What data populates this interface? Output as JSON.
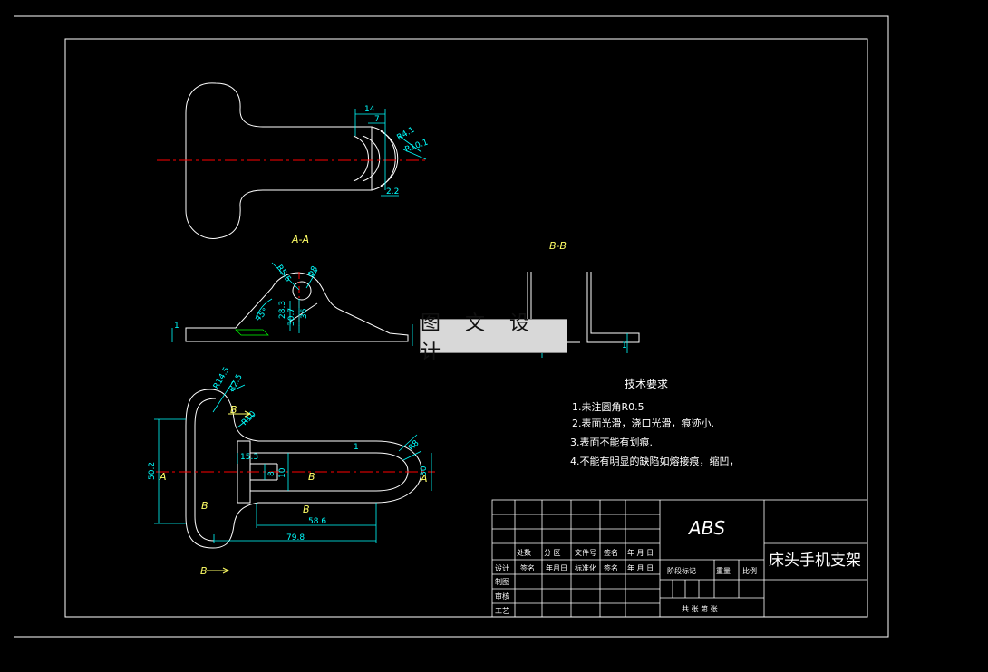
{
  "drawing": {
    "part_title": "床头手机支架",
    "material": "ABS",
    "watermark": "图 文 设 计"
  },
  "section_labels": {
    "section_aa": "A-A",
    "section_bb": "B-B",
    "cut_a": "A",
    "cut_b": "B"
  },
  "dimensions": {
    "top_14": "14",
    "top_7": "7",
    "top_r4_1": "R4.1",
    "top_r10_1": "R10.1",
    "top_2_2": "2.2",
    "aa_r5_5": "R5.5",
    "aa_d8": "Φ8",
    "aa_28_3": "28.3",
    "aa_30_7": "30.7",
    "aa_36": "36",
    "aa_45": "45°",
    "aa_1": "1",
    "bb_1": "1",
    "plan_r14_5": "R14.5",
    "plan_r2_5": "R2.5",
    "plan_r10": "R10",
    "plan_50_2": "50.2",
    "plan_58_6": "58.6",
    "plan_79_8": "79.8",
    "plan_15_3": "15.3",
    "plan_8": "8",
    "plan_10": "10",
    "plan_30": "30",
    "plan_r8": "R8",
    "plan_1": "1"
  },
  "tech_requirements": {
    "heading": "技术要求",
    "items": [
      "1.未注圆角R0.5",
      "2.表面光滑，浇口光滑，痕迹小.",
      "3.表面不能有划痕.",
      "4.不能有明显的缺陷如熔接痕，缩凹，"
    ]
  },
  "title_block": {
    "row1": [
      "处数",
      "分  区",
      "文件号",
      "签名",
      "年 月 日"
    ],
    "row2": [
      "设计",
      "签名",
      "年月日",
      "标准化",
      "签名",
      "年 月 日"
    ],
    "stage_mark": "阶段标记",
    "weight": "重量",
    "scale": "比例",
    "left_rows": [
      "制图",
      "审核",
      "工艺"
    ],
    "sheets": "共   张 第   张"
  },
  "colors": {
    "background": "#000000",
    "frame": "#ffffff",
    "dimension": "#00ffff",
    "centerline": "#ff0000",
    "text": "#ffff66"
  }
}
